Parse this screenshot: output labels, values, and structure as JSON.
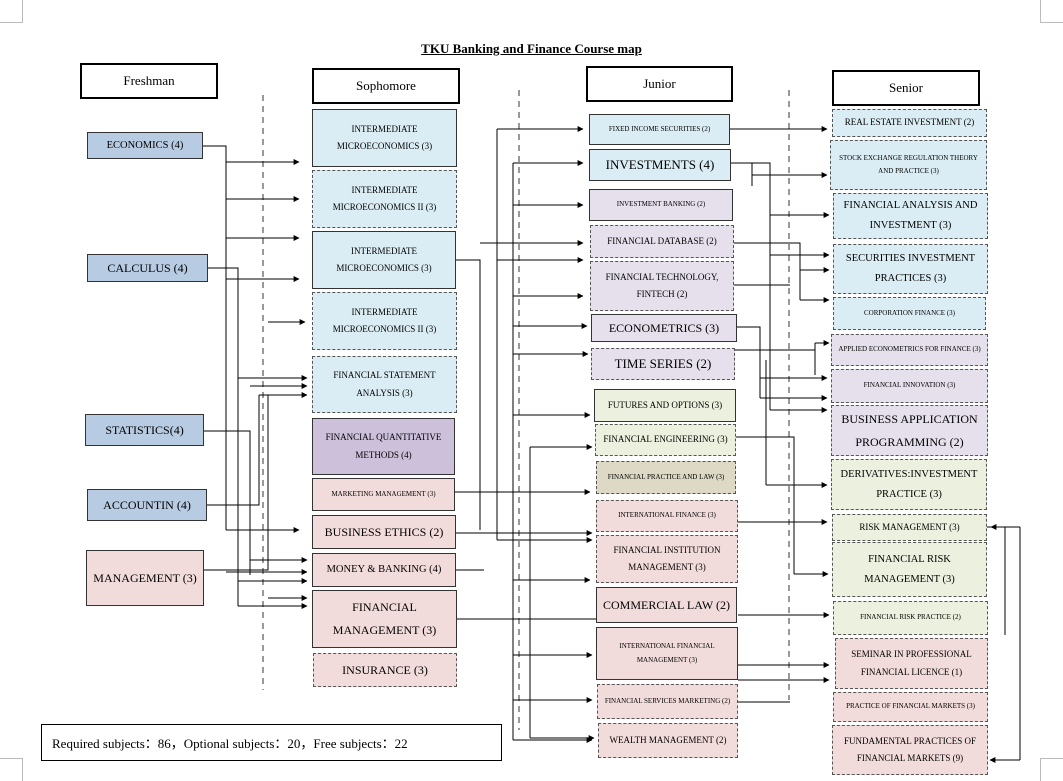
{
  "title": "TKU Banking and Finance Course map",
  "headers": {
    "freshman": "Freshman",
    "sophomore": "Sophomore",
    "junior": "Junior",
    "senior": "Senior"
  },
  "freshman": [
    "ECONOMICS (4)",
    "CALCULUS (4)",
    "STATISTICS(4)",
    "ACCOUNTIN (4)",
    "MANAGEMENT (3)"
  ],
  "sophomore": [
    "INTERMEDIATE MICROECONOMICS (3)",
    "INTERMEDIATE MICROECONOMICS II (3)",
    "INTERMEDIATE MICROECONOMICS (3)",
    "INTERMEDIATE MICROECONOMICS II (3)",
    "FINANCIAL STATEMENT ANALYSIS (3)",
    "FINANCIAL QUANTITATIVE METHODS (4)",
    "MARKETING MANAGEMENT (3)",
    "BUSINESS ETHICS (2)",
    "MONEY & BANKING (4)",
    "FINANCIAL MANAGEMENT (3)",
    "INSURANCE (3)"
  ],
  "junior": [
    "FIXED INCOME SECURITIES (2)",
    "INVESTMENTS (4)",
    "INVESTMENT BANKING (2)",
    "FINANCIAL DATABASE (2)",
    "FINANCIAL TECHNOLOGY, FINTECH (2)",
    "ECONOMETRICS (3)",
    "TIME SERIES (2)",
    "FUTURES AND OPTIONS (3)",
    "FINANCIAL ENGINEERING (3)",
    "FINANCIAL PRACTICE AND LAW (3)",
    "INTERNATIONAL FINANCE (3)",
    "FINANCIAL INSTITUTION MANAGEMENT (3)",
    "COMMERCIAL LAW (2)",
    "INTERNATIONAL FINANCIAL MANAGEMENT (3)",
    "FINANCIAL SERVICES MARKETING (2)",
    "WEALTH MANAGEMENT (2)"
  ],
  "senior": [
    "REAL ESTATE INVESTMENT (2)",
    "STOCK EXCHANGE REGULATION THEORY AND PRACTICE (3)",
    "FINANCIAL ANALYSIS AND INVESTMENT (3)",
    "SECURITIES INVESTMENT PRACTICES (3)",
    "CORPORATION FINANCE (3)",
    "APPLIED ECONOMETRICS FOR FINANCE (3)",
    "FINANCIAL INNOVATION (3)",
    "BUSINESS APPLICATION PROGRAMMING (2)",
    "DERIVATIVES:INVESTMENT PRACTICE (3)",
    "RISK MANAGEMENT (3)",
    "FINANCIAL RISK MANAGEMENT (3)",
    "FINANCIAL RISK PRACTICE (2)",
    "SEMINAR IN PROFESSIONAL FINANCIAL LICENCE (1)",
    "PRACTICE OF FINANCIAL MARKETS (3)",
    "FUNDAMENTAL PRACTICES OF FINANCIAL MARKETS (9)"
  ],
  "summary": "Required subjects：86，Optional subjects：20，Free subjects：22",
  "colors": {
    "blue": "#b7cbe3",
    "light_blue": "#dbedf4",
    "pink": "#f2dcdb",
    "lavender": "#e5e0ec",
    "purple": "#ccc0da",
    "green": "#ebf1de",
    "tan": "#ddd9c4"
  }
}
